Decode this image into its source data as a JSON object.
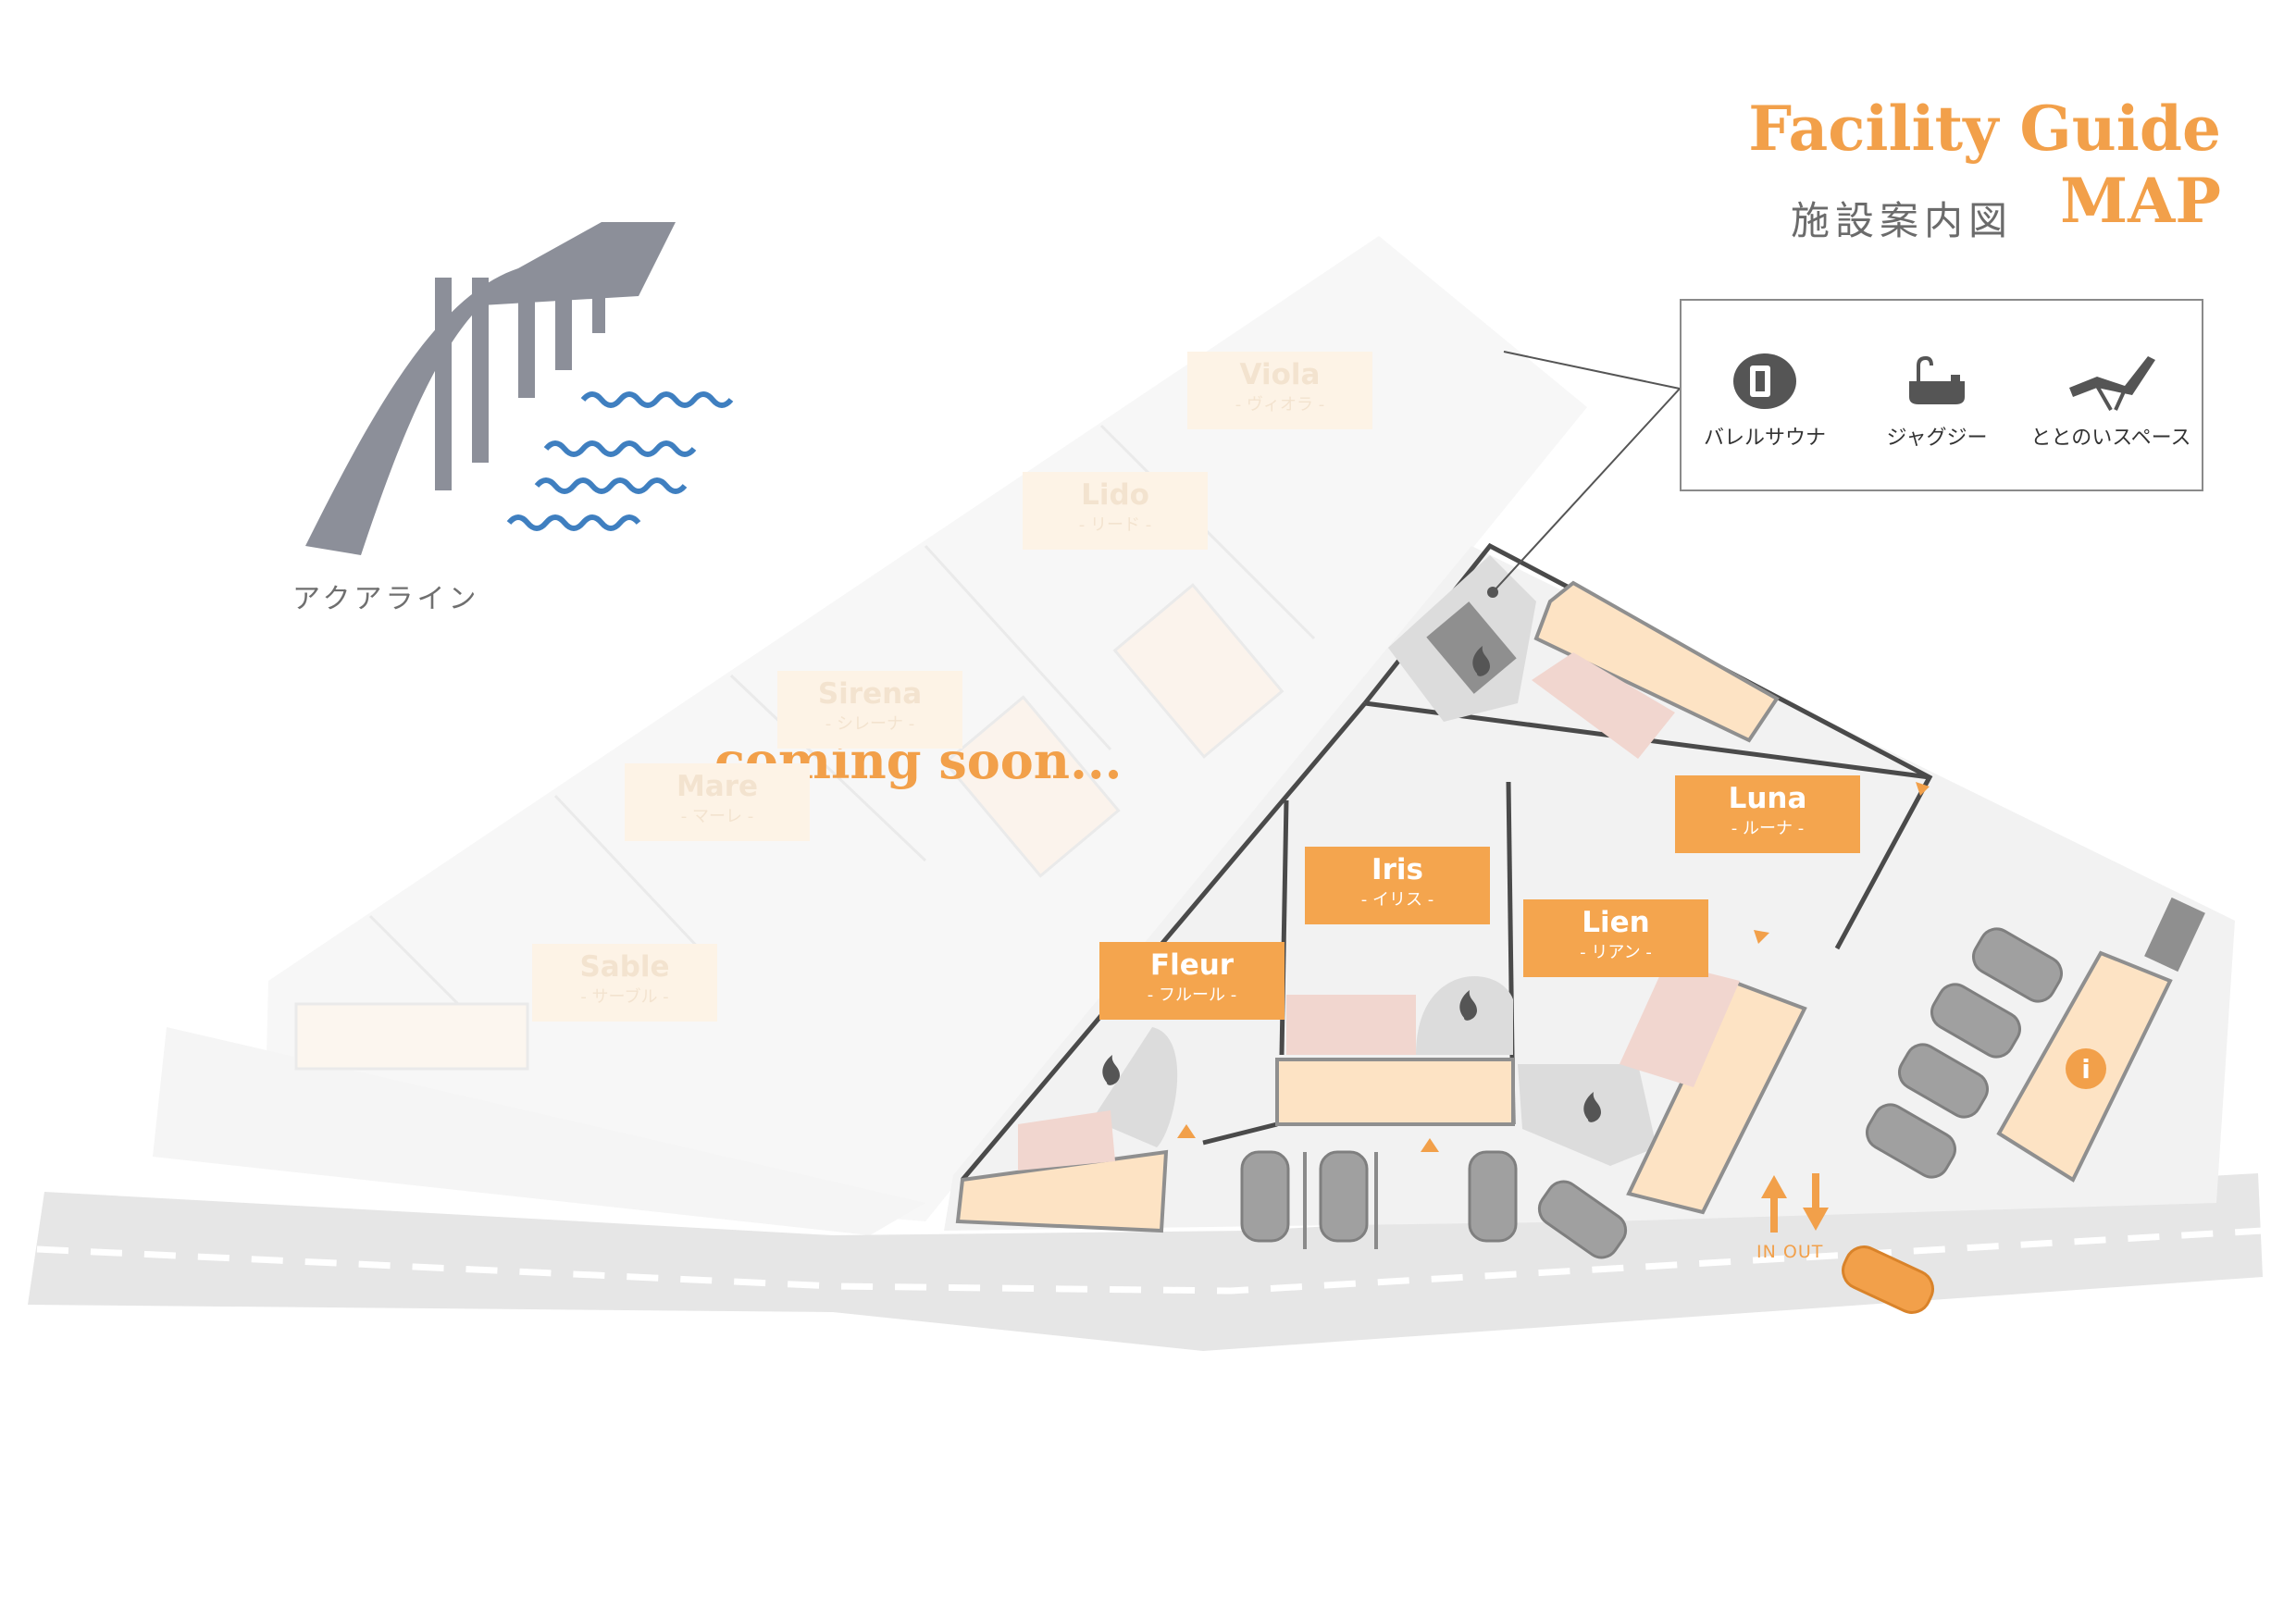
{
  "title": {
    "main": "Facility Guide MAP",
    "sub": "施設案内図"
  },
  "legend": {
    "items": [
      {
        "icon": "barrel-sauna-icon",
        "label": "バレルサウナ"
      },
      {
        "icon": "jacuzzi-icon",
        "label": "ジャグジー"
      },
      {
        "icon": "lounger-icon",
        "label": "ととのいスペース"
      }
    ]
  },
  "landmark": {
    "name": "アクアライン",
    "icon": "aqua-line-bridge-icon"
  },
  "notice": "coming soon...",
  "entrance": {
    "in_label": "IN",
    "out_label": "OUT"
  },
  "sites": [
    {
      "name": "Luna",
      "ja": "- ルーナ -",
      "status": "open"
    },
    {
      "name": "Iris",
      "ja": "- イリス -",
      "status": "open"
    },
    {
      "name": "Lien",
      "ja": "- リアン -",
      "status": "open"
    },
    {
      "name": "Fleur",
      "ja": "- フルール -",
      "status": "open"
    },
    {
      "name": "Viola",
      "ja": "- ヴィオラ -",
      "status": "coming-soon"
    },
    {
      "name": "Lido",
      "ja": "- リード -",
      "status": "coming-soon"
    },
    {
      "name": "Sirena",
      "ja": "- シレーナ -",
      "status": "coming-soon"
    },
    {
      "name": "Mare",
      "ja": "- マーレ -",
      "status": "coming-soon"
    },
    {
      "name": "Sable",
      "ja": "- サーブル -",
      "status": "coming-soon"
    }
  ],
  "info_icon": "i",
  "colors": {
    "accent": "#f2a04a",
    "building": "#fde3c4",
    "deck": "#f1d6cf",
    "road": "#e6e6e6",
    "ground": "#f2f2f2",
    "water": "#3f7fc0",
    "bridge": "#8c8f99",
    "car": "#9a9a9a"
  }
}
